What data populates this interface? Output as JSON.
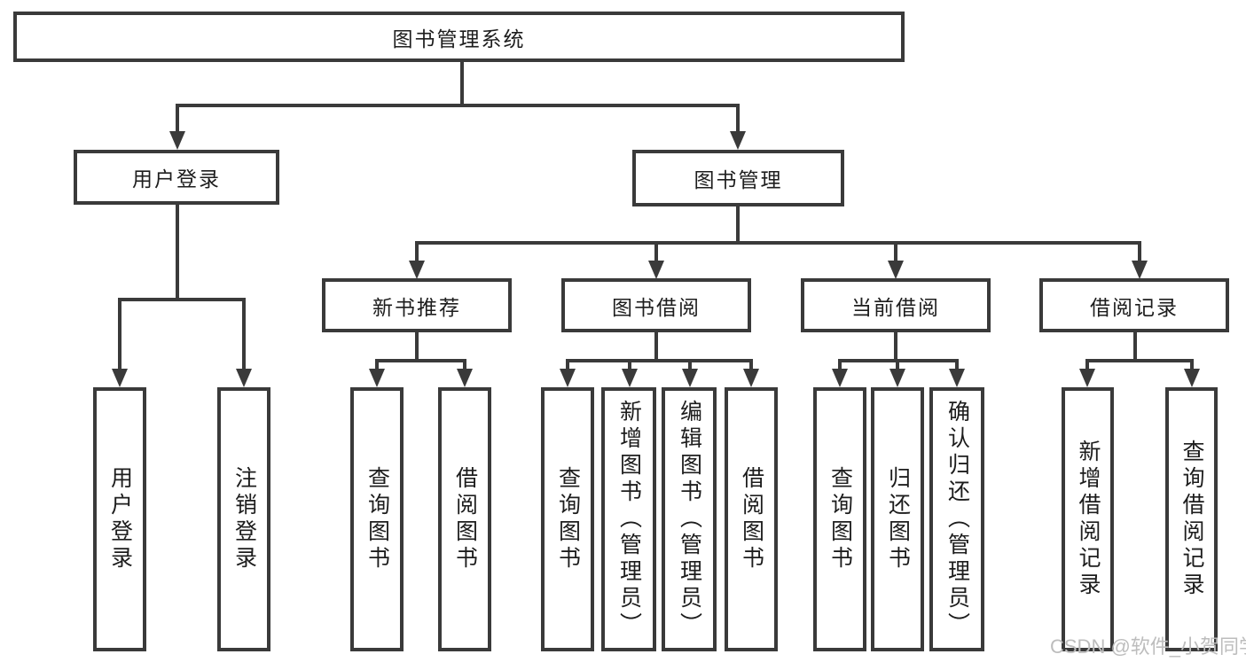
{
  "diagram": {
    "root": "图书管理系统",
    "branches": {
      "user_login": "用户登录",
      "book_management": "图书管理"
    },
    "modules": {
      "new_books": "新书推荐",
      "book_borrow": "图书借阅",
      "current_borrow": "当前借阅",
      "borrow_records": "借阅记录"
    },
    "leaves": {
      "user_login": [
        "用户登录",
        "注销登录"
      ],
      "new_books": [
        "查询图书",
        "借阅图书"
      ],
      "book_borrow": [
        "查询图书",
        "新增图书（管理员）",
        "编辑图书（管理员）",
        "借阅图书"
      ],
      "current_borrow": [
        "查询图书",
        "归还图书",
        "确认归还（管理员）"
      ],
      "borrow_records": [
        "新增借阅记录",
        "查询借阅记录"
      ]
    }
  },
  "watermark": {
    "text": "CSDN @软件_小贺同学"
  },
  "colors": {
    "line": "#3a3a3a",
    "text": "#1d1d1d",
    "watermark": "#bdbdbd",
    "background": "#ffffff"
  }
}
